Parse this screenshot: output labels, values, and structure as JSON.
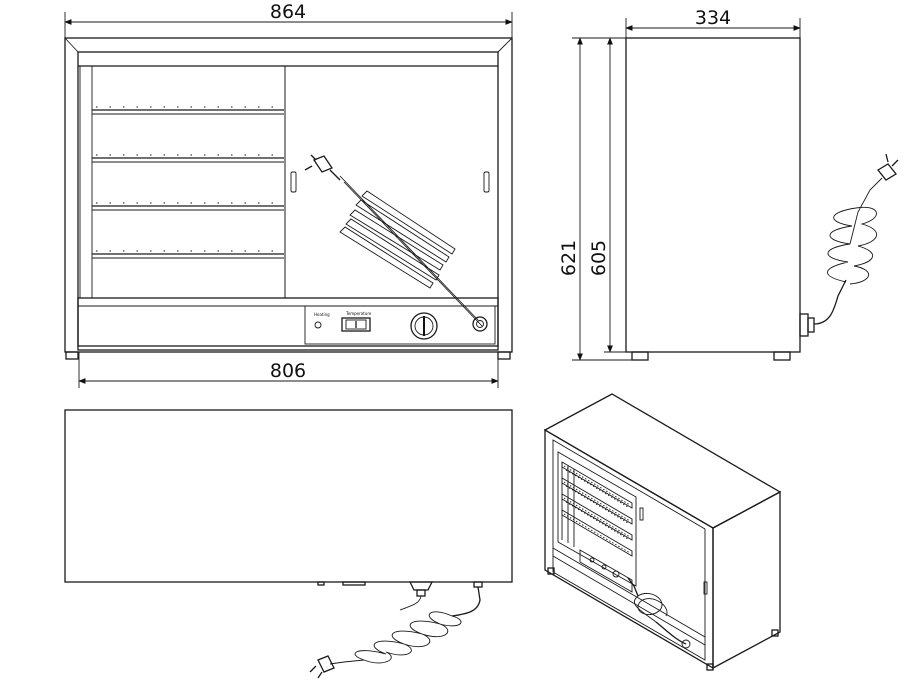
{
  "dimensions": {
    "overall_width": "864",
    "body_width": "806",
    "depth": "334",
    "overall_height": "621",
    "body_height": "605"
  },
  "panel": {
    "heating_label": "Heating",
    "temperature_label": "Temperature"
  },
  "views": [
    "front-view",
    "side-view",
    "top-view",
    "isometric-view"
  ]
}
